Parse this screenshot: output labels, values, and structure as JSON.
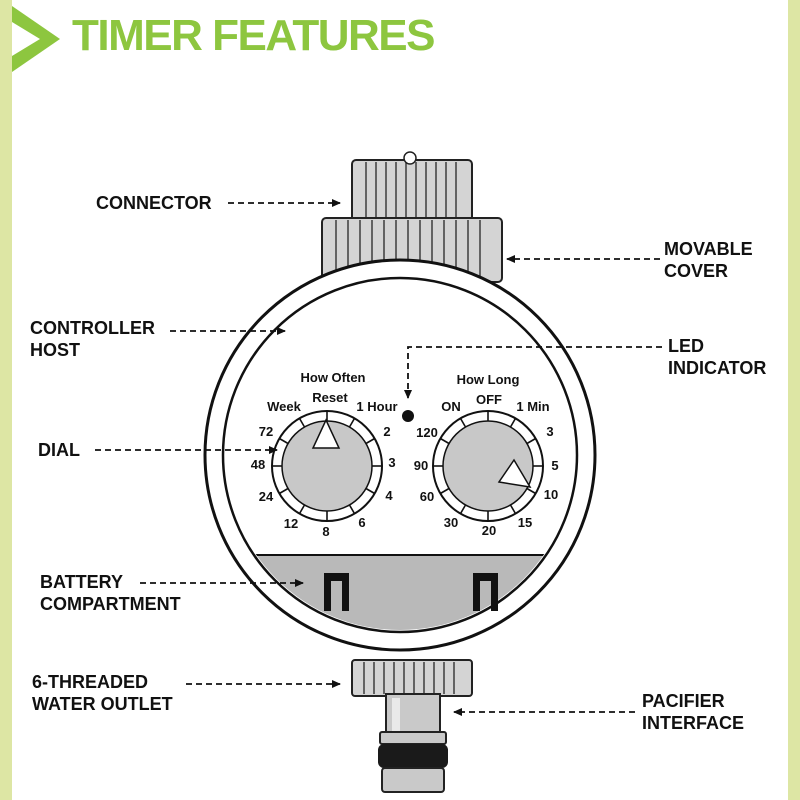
{
  "title": "TIMER FEATURES",
  "colors": {
    "accent": "#8dc63f",
    "border": "#dde6a4",
    "battery_panel": "#b9b9b9",
    "dial_center": "#c8c8c8"
  },
  "icons": [
    "play-triangle-logo-icon",
    "led-dot-icon",
    "battery-bracket-icon"
  ],
  "callouts": {
    "connector": "CONNECTOR",
    "movable_cover": [
      "MOVABLE",
      "COVER"
    ],
    "controller_host": [
      "CONTROLLER",
      "HOST"
    ],
    "led_indicator": [
      "LED",
      "INDICATOR"
    ],
    "dial": "DIAL",
    "battery_compartment": [
      "BATTERY",
      "COMPARTMENT"
    ],
    "water_outlet": [
      "6-THREADED",
      "WATER OUTLET"
    ],
    "pacifier_interface": [
      "PACIFIER",
      "INTERFACE"
    ]
  },
  "left_dial": {
    "title": "How Often",
    "reset": "Reset",
    "labels": [
      "Week",
      "1 Hour",
      "72",
      "2",
      "48",
      "3",
      "24",
      "4",
      "12",
      "6",
      "8"
    ]
  },
  "right_dial": {
    "title": "How Long",
    "on": "ON",
    "off": "OFF",
    "labels": [
      "1 Min",
      "120",
      "3",
      "90",
      "5",
      "60",
      "10",
      "30",
      "15",
      "20"
    ]
  }
}
